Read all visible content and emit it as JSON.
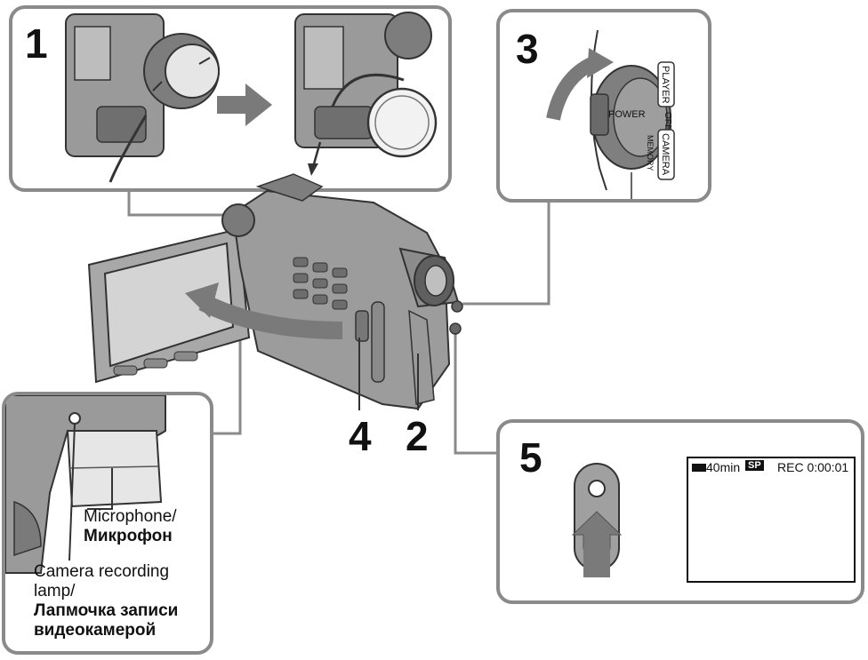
{
  "steps": {
    "step1": "1",
    "step2": "2",
    "step3": "3",
    "step4": "4",
    "step5": "5"
  },
  "switch_labels": {
    "player": "PLAYER",
    "off": "OFF",
    "camera": "CAMERA",
    "memory": "MEMORY",
    "power": "POWER"
  },
  "callouts": {
    "microphone_en": "Microphone/",
    "microphone_ru": "Микрофон",
    "lamp_en_1": "Camera recording",
    "lamp_en_2": "lamp/",
    "lamp_ru_1": "Лапмочка записи",
    "lamp_ru_2": "видеокамерой"
  },
  "lcd": {
    "battery_time": "40min",
    "tape_mode": "SP",
    "rec_counter": "REC 0:00:01"
  },
  "colors": {
    "panel_border": "#8a8a8a",
    "illustration_gray": "#9a9a9a",
    "dark_gray": "#555555",
    "arrow_gray": "#7a7a7a"
  }
}
